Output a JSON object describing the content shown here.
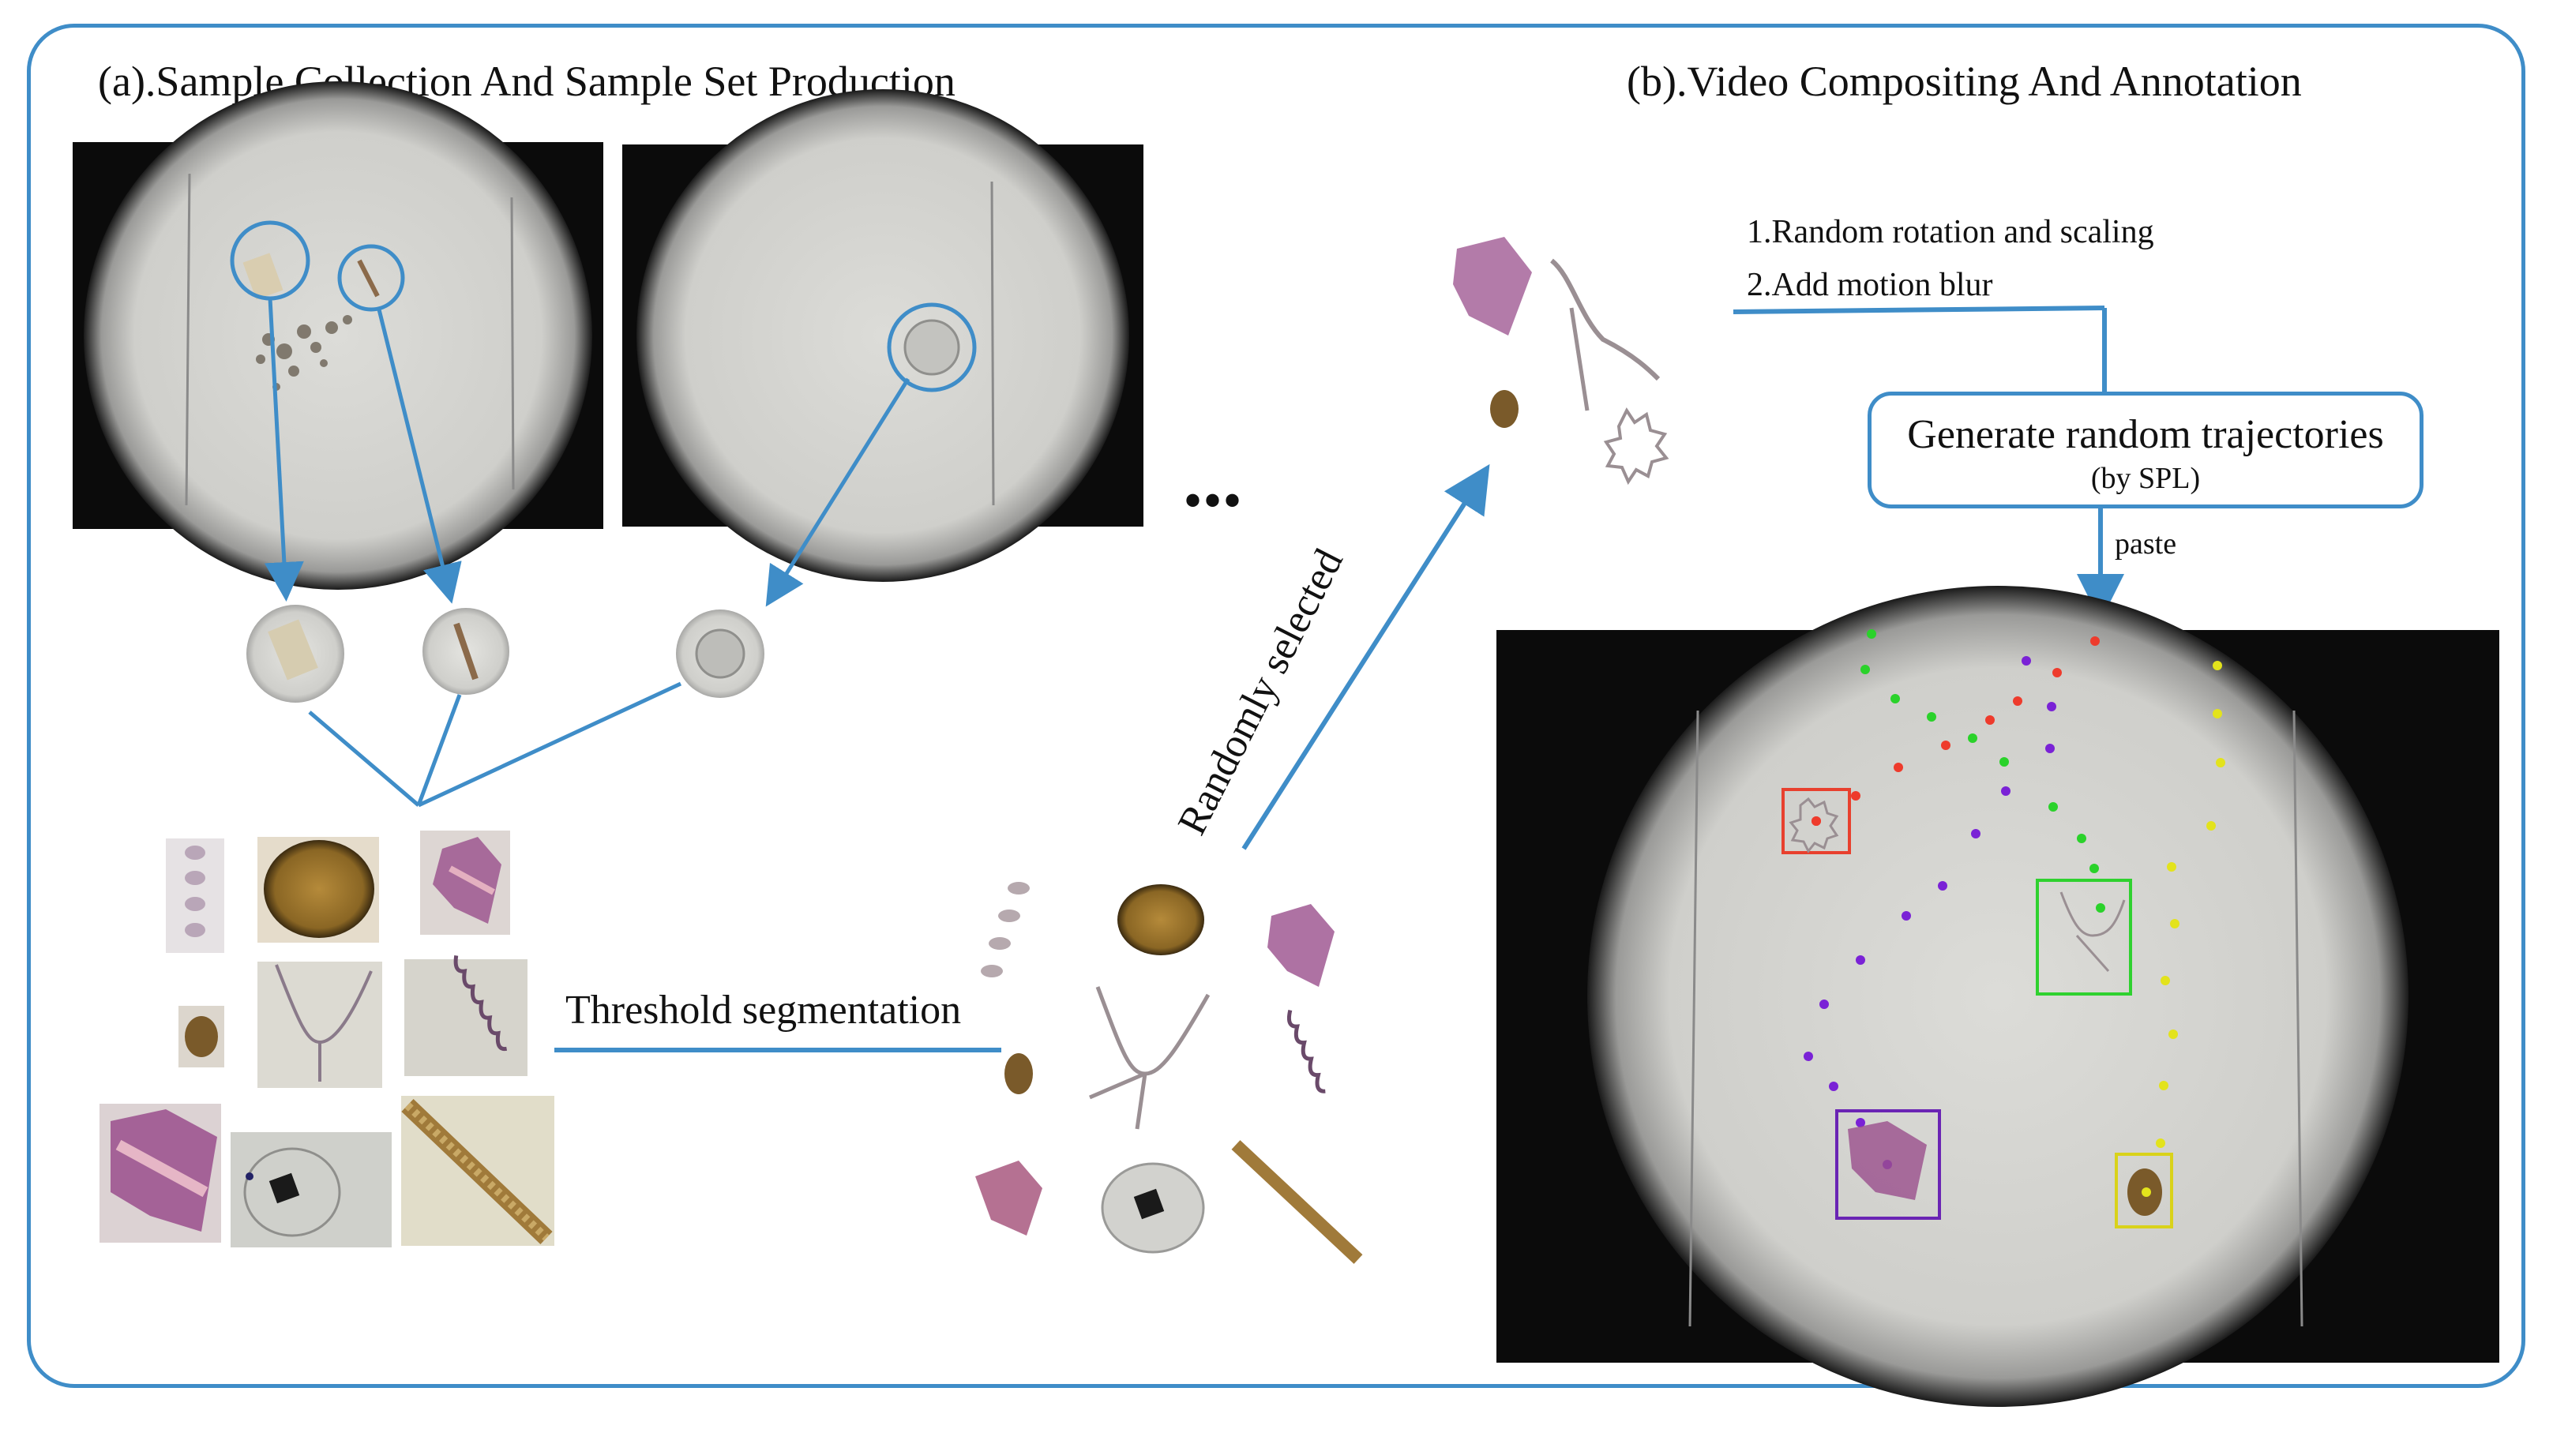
{
  "panel_a": {
    "title": "(a).Sample Collection And Sample Set Production"
  },
  "panel_b": {
    "title": "(b).Video Compositing And Annotation"
  },
  "steps": {
    "step1": "1.Random rotation and scaling",
    "step2": "2.Add motion blur"
  },
  "trajectory_box": {
    "main": "Generate random trajectories",
    "sub": "(by SPL)"
  },
  "labels": {
    "paste": "paste",
    "threshold": "Threshold segmentation",
    "randomly_selected": "Randomly selected",
    "ellipsis": "•••"
  },
  "colors": {
    "accent_blue": "#3f8dc8",
    "microscope_bg": "#cfcfcb",
    "vignette": "#0b0b0b",
    "track_red": "#ee3b2c",
    "track_green": "#2ad22a",
    "track_purple": "#7a22d6",
    "track_yellow": "#e3e31c",
    "box_red": "#e8402e",
    "box_green": "#2fd12f",
    "box_purple": "#6a24b4",
    "box_yellow": "#d9d21a",
    "plankton_pink": "#9a4f8c",
    "plankton_brown": "#7a5a2a"
  },
  "icons": {
    "sample_circle": "circle-highlight-icon",
    "arrow": "arrow-icon"
  }
}
